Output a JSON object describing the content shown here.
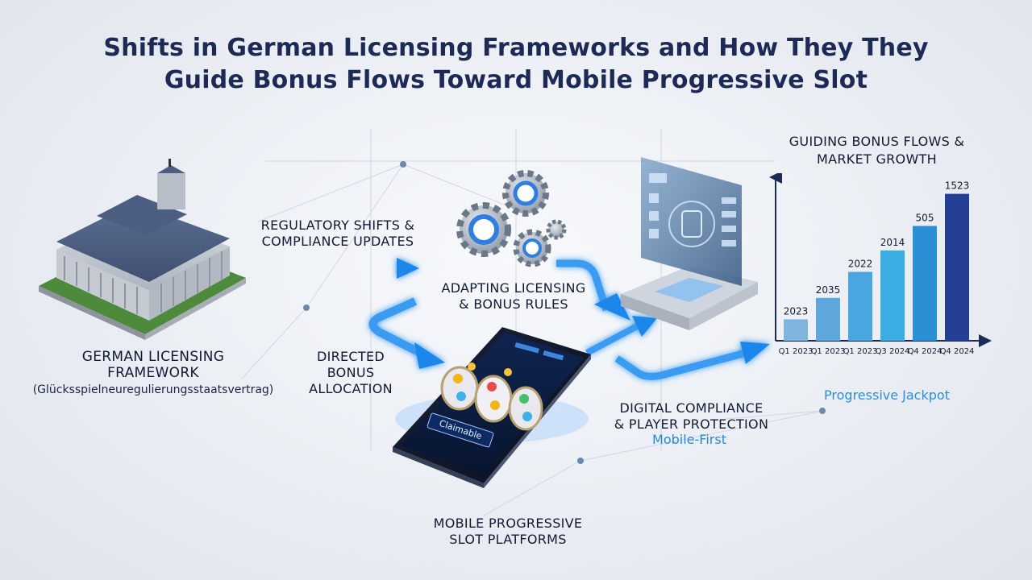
{
  "title": {
    "line1": "Shifts in German Licensing Frameworks and How They They",
    "line2": "Guide Bonus Flows Toward Mobile Progressive Slot"
  },
  "labels": {
    "german_framework": {
      "line1": "German Licensing",
      "line2": "Framework",
      "subtitle": "(Glücksspielneuregulierungsstaatsvertrag)"
    },
    "regulatory_shifts": {
      "line1": "Regulatory Shifts &",
      "line2": "Compliance Updates"
    },
    "adapting": {
      "line1": "Adapting Licensing",
      "line2": "& Bonus Rules"
    },
    "directed": {
      "line1": "Directed",
      "line2": "Bonus",
      "line3": "Allocation"
    },
    "digital": {
      "line1": "Digital Compliance",
      "line2": "& Player Protection",
      "sub": "Mobile-First"
    },
    "mobile": {
      "line1": "Mobile Progressive",
      "line2": "Slot Platforms"
    },
    "progressive_jackpot": "Progressive Jackpot"
  },
  "phone": {
    "screen_text": "Claimable"
  },
  "colors": {
    "accent": "#2f8fe6",
    "navy": "#1d2a55",
    "bar_light": "#5aa7e0",
    "bar_dark": "#27408f"
  },
  "icons": [
    "building-icon",
    "gears-icon",
    "smartphone-icon",
    "slot-reel-icon",
    "tablet-icon"
  ],
  "chart_data": {
    "type": "bar",
    "title": "Guiding Bonus Flows & Market Growth",
    "categories": [
      "Q1 2023",
      "Q1 2023",
      "Q1 2023",
      "Q3 2024",
      "Q4 2024",
      "Q4 2024"
    ],
    "values": [
      2023,
      2035,
      2022,
      2014,
      505,
      1523
    ],
    "value_labels": [
      "2023",
      "2035",
      "2022",
      "2014",
      "505",
      "1523"
    ],
    "display_levels": [
      0.14,
      0.28,
      0.45,
      0.59,
      0.75,
      0.96
    ],
    "xlabel": "",
    "ylabel": "",
    "grid": false,
    "legend": "none"
  }
}
